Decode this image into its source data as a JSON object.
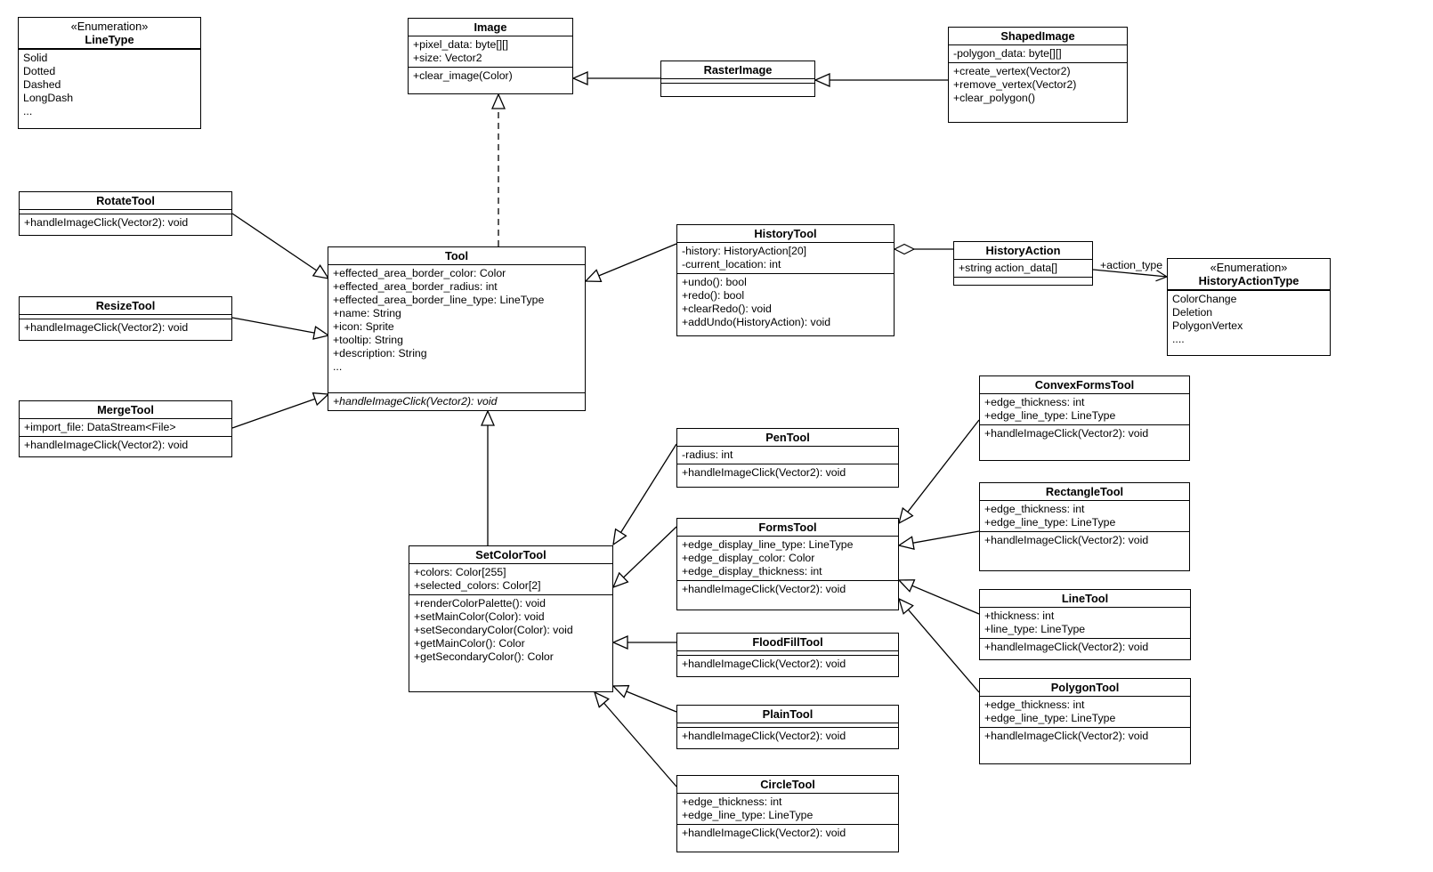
{
  "diagram": {
    "classes": {
      "line_type": {
        "stereotype": "«Enumeration»",
        "name": "LineType",
        "values": [
          "Solid",
          "Dotted",
          "Dashed",
          "LongDash",
          "..."
        ]
      },
      "image": {
        "name": "Image",
        "attributes": [
          "+pixel_data: byte[][]",
          "+size: Vector2"
        ],
        "methods": [
          "+clear_image(Color)"
        ]
      },
      "raster_image": {
        "name": "RasterImage",
        "attributes": [],
        "methods": []
      },
      "shaped_image": {
        "name": "ShapedImage",
        "attributes": [
          "-polygon_data: byte[][]"
        ],
        "methods": [
          "+create_vertex(Vector2)",
          "+remove_vertex(Vector2)",
          "+clear_polygon()"
        ]
      },
      "rotate_tool": {
        "name": "RotateTool",
        "attributes": [],
        "methods": [
          "+handleImageClick(Vector2): void"
        ]
      },
      "resize_tool": {
        "name": "ResizeTool",
        "attributes": [],
        "methods": [
          "+handleImageClick(Vector2): void"
        ]
      },
      "merge_tool": {
        "name": "MergeTool",
        "attributes": [
          "+import_file: DataStream<File>"
        ],
        "methods": [
          "+handleImageClick(Vector2): void"
        ]
      },
      "tool": {
        "name": "Tool",
        "attributes": [
          "+effected_area_border_color: Color",
          "+effected_area_border_radius: int",
          "+effected_area_border_line_type: LineType",
          "+name: String",
          "+icon: Sprite",
          "+tooltip: String",
          "+description: String",
          "..."
        ],
        "methods": [
          "+handleImageClick(Vector2): void"
        ]
      },
      "history_tool": {
        "name": "HistoryTool",
        "attributes": [
          "-history: HistoryAction[20]",
          "-current_location: int"
        ],
        "methods": [
          "+undo(): bool",
          "+redo(): bool",
          "+clearRedo(): void",
          "+addUndo(HistoryAction): void"
        ]
      },
      "history_action": {
        "name": "HistoryAction",
        "attributes": [
          "+string action_data[]"
        ],
        "methods": []
      },
      "history_action_type": {
        "stereotype": "«Enumeration»",
        "name": "HistoryActionType",
        "values": [
          "ColorChange",
          "Deletion",
          "PolygonVertex",
          "...."
        ]
      },
      "set_color_tool": {
        "name": "SetColorTool",
        "attributes": [
          "+colors: Color[255]",
          "+selected_colors: Color[2]"
        ],
        "methods": [
          "+renderColorPalette(): void",
          "+setMainColor(Color): void",
          "+setSecondaryColor(Color): void",
          "+getMainColor(): Color",
          "+getSecondaryColor(): Color"
        ]
      },
      "pen_tool": {
        "name": "PenTool",
        "attributes": [
          "-radius: int"
        ],
        "methods": [
          "+handleImageClick(Vector2): void"
        ]
      },
      "forms_tool": {
        "name": "FormsTool",
        "attributes": [
          "+edge_display_line_type: LineType",
          "+edge_display_color: Color",
          "+edge_display_thickness: int"
        ],
        "methods": [
          "+handleImageClick(Vector2): void"
        ]
      },
      "flood_fill_tool": {
        "name": "FloodFillTool",
        "attributes": [],
        "methods": [
          "+handleImageClick(Vector2): void"
        ]
      },
      "plain_tool": {
        "name": "PlainTool",
        "attributes": [],
        "methods": [
          "+handleImageClick(Vector2): void"
        ]
      },
      "circle_tool": {
        "name": "CircleTool",
        "attributes": [
          "+edge_thickness: int",
          "+edge_line_type: LineType"
        ],
        "methods": [
          "+handleImageClick(Vector2): void"
        ]
      },
      "convex_forms_tool": {
        "name": "ConvexFormsTool",
        "attributes": [
          "+edge_thickness: int",
          "+edge_line_type: LineType"
        ],
        "methods": [
          "+handleImageClick(Vector2): void"
        ]
      },
      "rectangle_tool": {
        "name": "RectangleTool",
        "attributes": [
          "+edge_thickness: int",
          "+edge_line_type: LineType"
        ],
        "methods": [
          "+handleImageClick(Vector2): void"
        ]
      },
      "line_tool": {
        "name": "LineTool",
        "attributes": [
          "+thickness: int",
          "+line_type: LineType"
        ],
        "methods": [
          "+handleImageClick(Vector2): void"
        ]
      },
      "polygon_tool": {
        "name": "PolygonTool",
        "attributes": [
          "+edge_thickness: int",
          "+edge_line_type: LineType"
        ],
        "methods": [
          "+handleImageClick(Vector2): void"
        ]
      }
    },
    "edge_labels": {
      "action_type": "+action_type"
    },
    "colors": {
      "background": "#ffffff",
      "line": "#000000",
      "box_fill": "#ffffff"
    }
  }
}
